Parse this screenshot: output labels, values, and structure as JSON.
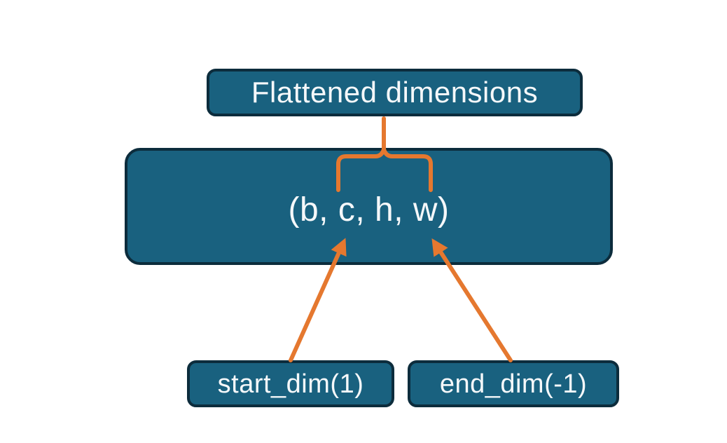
{
  "diagram": {
    "nodes": {
      "title": {
        "label": "Flattened dimensions"
      },
      "tensor": {
        "label": "(b, c, h, w)"
      },
      "start": {
        "label": "start_dim(1)"
      },
      "end": {
        "label": "end_dim(-1)"
      }
    },
    "colors": {
      "box_fill": "#19617f",
      "box_border": "#0c2c3c",
      "arrow": "#e5782f",
      "label_text": "#f5f8fa",
      "background": "#ffffff"
    }
  }
}
